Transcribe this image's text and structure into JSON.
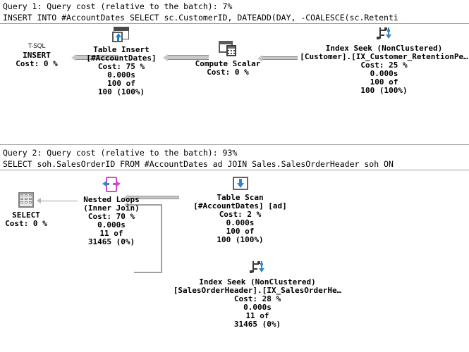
{
  "plans": [
    {
      "header": "Query 1: Query cost (relative to the batch): 7%",
      "sql": "INSERT INTO #AccountDates SELECT sc.CustomerID, DATEADD(DAY, -COALESCE(sc.Retenti",
      "nodes": [
        {
          "icon": "tsql-insert-icon",
          "icon_label": "T-SQL",
          "name": "INSERT",
          "detail": "",
          "cost": "Cost: 0 %",
          "time": "",
          "actual_rows": "",
          "estimated_rows": ""
        },
        {
          "icon": "table-insert-icon",
          "icon_label": "",
          "name": "Table Insert",
          "detail": "[#AccountDates]",
          "cost": "Cost: 75 %",
          "time": "0.000s",
          "actual_rows": "100 of",
          "estimated_rows": "100 (100%)"
        },
        {
          "icon": "compute-scalar-icon",
          "icon_label": "",
          "name": "Compute Scalar",
          "detail": "",
          "cost": "Cost: 0 %",
          "time": "",
          "actual_rows": "",
          "estimated_rows": ""
        },
        {
          "icon": "index-seek-icon",
          "icon_label": "",
          "name": "Index Seek (NonClustered)",
          "detail": "[Customer].[IX_Customer_RetentionPe…",
          "cost": "Cost: 25 %",
          "time": "0.000s",
          "actual_rows": "100 of",
          "estimated_rows": "100 (100%)"
        }
      ]
    },
    {
      "header": "Query 2: Query cost (relative to the batch): 93%",
      "sql": "SELECT soh.SalesOrderID FROM #AccountDates ad JOIN Sales.SalesOrderHeader soh ON",
      "nodes": [
        {
          "icon": "select-icon",
          "icon_label": "",
          "name": "SELECT",
          "detail": "",
          "cost": "Cost: 0 %",
          "time": "",
          "actual_rows": "",
          "estimated_rows": ""
        },
        {
          "icon": "nested-loops-icon",
          "icon_label": "",
          "name": "Nested Loops",
          "detail": "(Inner Join)",
          "cost": "Cost: 70 %",
          "time": "0.000s",
          "actual_rows": "11 of",
          "estimated_rows": "31465 (0%)"
        },
        {
          "icon": "table-scan-icon",
          "icon_label": "",
          "name": "Table Scan",
          "detail": "[#AccountDates] [ad]",
          "cost": "Cost: 2 %",
          "time": "0.000s",
          "actual_rows": "100 of",
          "estimated_rows": "100 (100%)"
        },
        {
          "icon": "index-seek-icon",
          "icon_label": "",
          "name": "Index Seek (NonClustered)",
          "detail": "[SalesOrderHeader].[IX_SalesOrderHe…",
          "cost": "Cost: 28 %",
          "time": "0.000s",
          "actual_rows": "11 of",
          "estimated_rows": "31465 (0%)"
        }
      ]
    }
  ]
}
